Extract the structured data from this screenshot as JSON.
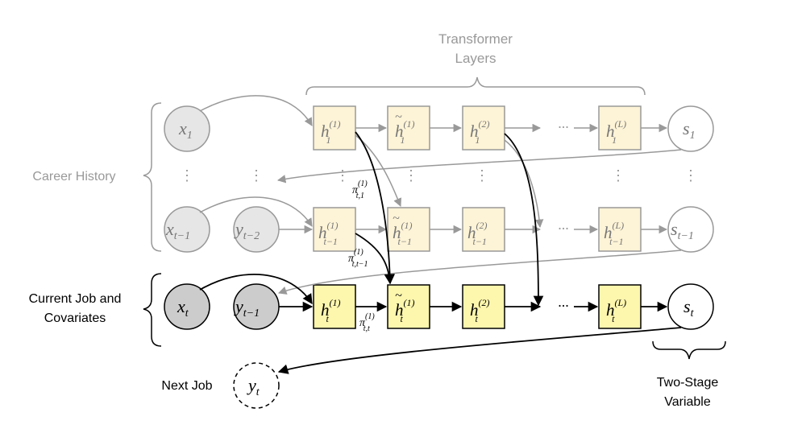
{
  "top_label": {
    "line1": "Transformer",
    "line2": "Layers"
  },
  "left_labels": {
    "career_history": "Career History",
    "current_line1": "Current Job and",
    "current_line2": "Covariates",
    "next_job": "Next Job"
  },
  "right_label": {
    "line1": "Two-Stage",
    "line2": "Variable"
  },
  "rows": {
    "row1": {
      "x": {
        "base": "x",
        "sub": "1"
      },
      "cells": [
        {
          "base": "h",
          "sup": "(1)",
          "sub": "1",
          "tilde": false
        },
        {
          "base": "h",
          "sup": "(1)",
          "sub": "1",
          "tilde": true
        },
        {
          "base": "h",
          "sup": "(2)",
          "sub": "1",
          "tilde": false
        },
        {
          "base": "h",
          "sup": "(L)",
          "sub": "1",
          "tilde": false
        }
      ],
      "s": {
        "base": "s",
        "sub": "1"
      }
    },
    "rowT1": {
      "x": {
        "base": "x",
        "sub": "t−1"
      },
      "y": {
        "base": "y",
        "sub": "t−2"
      },
      "cells": [
        {
          "base": "h",
          "sup": "(1)",
          "sub": "t−1",
          "tilde": false
        },
        {
          "base": "h",
          "sup": "(1)",
          "sub": "t−1",
          "tilde": true
        },
        {
          "base": "h",
          "sup": "(2)",
          "sub": "t−1",
          "tilde": false
        },
        {
          "base": "h",
          "sup": "(L)",
          "sub": "t−1",
          "tilde": false
        }
      ],
      "s": {
        "base": "s",
        "sub": "t−1"
      }
    },
    "rowT": {
      "x": {
        "base": "x",
        "sub": "t"
      },
      "y": {
        "base": "y",
        "sub": "t−1"
      },
      "cells": [
        {
          "base": "h",
          "sup": "(1)",
          "sub": "t",
          "tilde": false
        },
        {
          "base": "h",
          "sup": "(1)",
          "sub": "t",
          "tilde": true
        },
        {
          "base": "h",
          "sup": "(2)",
          "sub": "t",
          "tilde": false
        },
        {
          "base": "h",
          "sup": "(L)",
          "sub": "t",
          "tilde": false
        }
      ],
      "s": {
        "base": "s",
        "sub": "t"
      }
    },
    "next": {
      "base": "y",
      "sub": "t"
    }
  },
  "ellipsis": "···",
  "vdots": "⋮",
  "attention_labels": [
    {
      "base": "π",
      "sup": "(1)",
      "sub": "t,1"
    },
    {
      "base": "π",
      "sup": "(1)",
      "sub": "t,t−1"
    },
    {
      "base": "π",
      "sup": "(1)",
      "sub": "t,t"
    }
  ],
  "colors": {
    "history_node_fill": "#e6e6e6",
    "history_box_fill": "#fdf3d6",
    "current_node_fill": "#cccccc",
    "current_box_fill": "#fdf6ad",
    "history_stroke": "#999999",
    "current_stroke": "#000000"
  }
}
